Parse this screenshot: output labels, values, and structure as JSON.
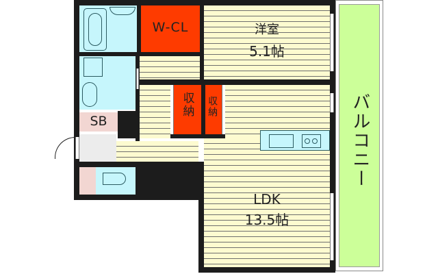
{
  "floorplan": {
    "rooms": {
      "western_room": {
        "name": "洋室",
        "size": "5.1帖"
      },
      "ldk": {
        "name": "LDK",
        "size": "13.5帖"
      },
      "walk_in_closet": {
        "name": "W-CL"
      },
      "storage_1": {
        "name": "収納"
      },
      "storage_2": {
        "name": "収納"
      },
      "shoe_box": {
        "name": "SB"
      },
      "balcony": {
        "name": "バルコニー"
      }
    },
    "colors": {
      "wall": "#1c1c1c",
      "floor": "#fdfbd0",
      "wet_area": "#c6f6fc",
      "closet": "#fe3b00",
      "balcony": "#ccff99",
      "shoe_box": "#f2d6d2",
      "entrance": "#ececec"
    }
  }
}
